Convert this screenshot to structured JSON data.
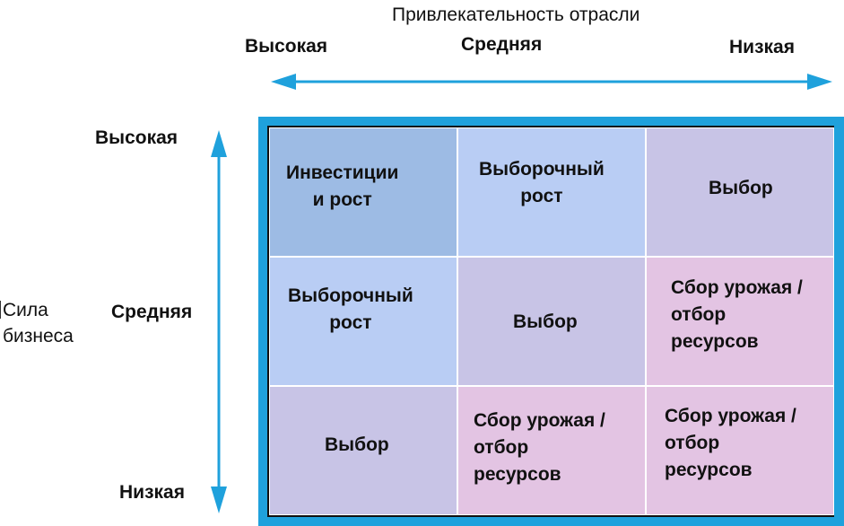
{
  "title": "Привлекательность отрасли",
  "attractiveness": {
    "high": "Высокая",
    "medium": "Средняя",
    "low": "Низкая"
  },
  "strength": {
    "label": "Сила\nбизнеса",
    "high": "Высокая",
    "medium": "Средняя",
    "low": "Низкая"
  },
  "colors": {
    "arrow": "#1fa1dc",
    "frame": "#1fa1dc",
    "dark": "#9dbbe4",
    "light": "#b9cdf4",
    "lavender": "#c8c4e6",
    "pink": "#e3c4e3"
  },
  "matrix": [
    [
      "Инвестиции\nи рост",
      "Выборочный\nрост",
      "Выбор"
    ],
    [
      "Выборочный\nрост",
      "Выбор",
      "Сбор урожая /\nотбор\nресурсов"
    ],
    [
      "Выбор",
      "Сбор урожая /\nотбор\nресурсов",
      "Сбор урожая /\nотбор\nресурсов"
    ]
  ]
}
